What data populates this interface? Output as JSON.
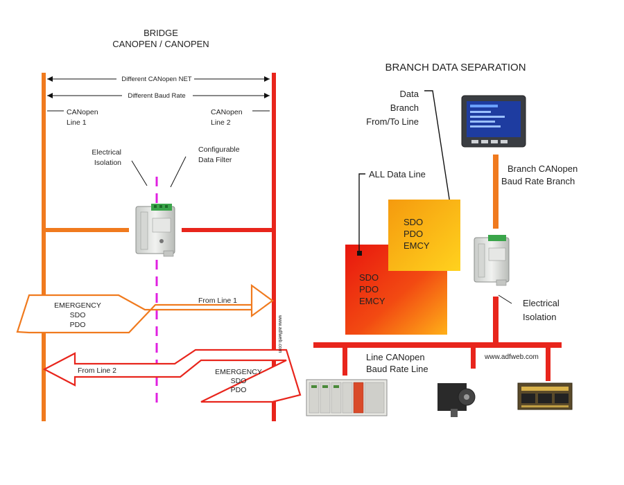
{
  "left_panel": {
    "title_line1": "BRIDGE",
    "title_line2": "CANOPEN / CANOPEN",
    "dim_net": "Different CANopen NET",
    "dim_baud": "Different Baud Rate",
    "line1_label_a": "CANopen",
    "line1_label_b": "Line 1",
    "line2_label_a": "CANopen",
    "line2_label_b": "Line 2",
    "isolation_a": "Electrical",
    "isolation_b": "Isolation",
    "filter_a": "Configurable",
    "filter_b": "Data Filter",
    "arrow1_text": "From Line 1",
    "arrow1_msg": [
      "EMERGENCY",
      "SDO",
      "PDO"
    ],
    "arrow2_text": "From Line 2",
    "arrow2_msg": [
      "EMERGENCY",
      "SDO",
      "PDO"
    ],
    "watermark": "www.adfweb.com",
    "colors": {
      "line1": "#f07a1e",
      "line2": "#e8251c",
      "filter": "#e020e0"
    }
  },
  "right_panel": {
    "title": "BRANCH DATA SEPARATION",
    "branch_label": [
      "Data",
      "Branch",
      "From/To Line"
    ],
    "all_line_label": "ALL Data Line",
    "box_back": [
      "SDO",
      "PDO",
      "EMCY"
    ],
    "box_front": [
      "SDO",
      "PDO",
      "EMCY"
    ],
    "branch_canopen_a": "Branch CANopen",
    "branch_canopen_b": "Baud Rate Branch",
    "isolation_a": "Electrical",
    "isolation_b": "Isolation",
    "line_canopen_a": "Line CANopen",
    "line_canopen_b": "Baud Rate Line",
    "website": "www.adfweb.com",
    "colors": {
      "branch": "#f07a1e",
      "line": "#e8251c"
    }
  }
}
